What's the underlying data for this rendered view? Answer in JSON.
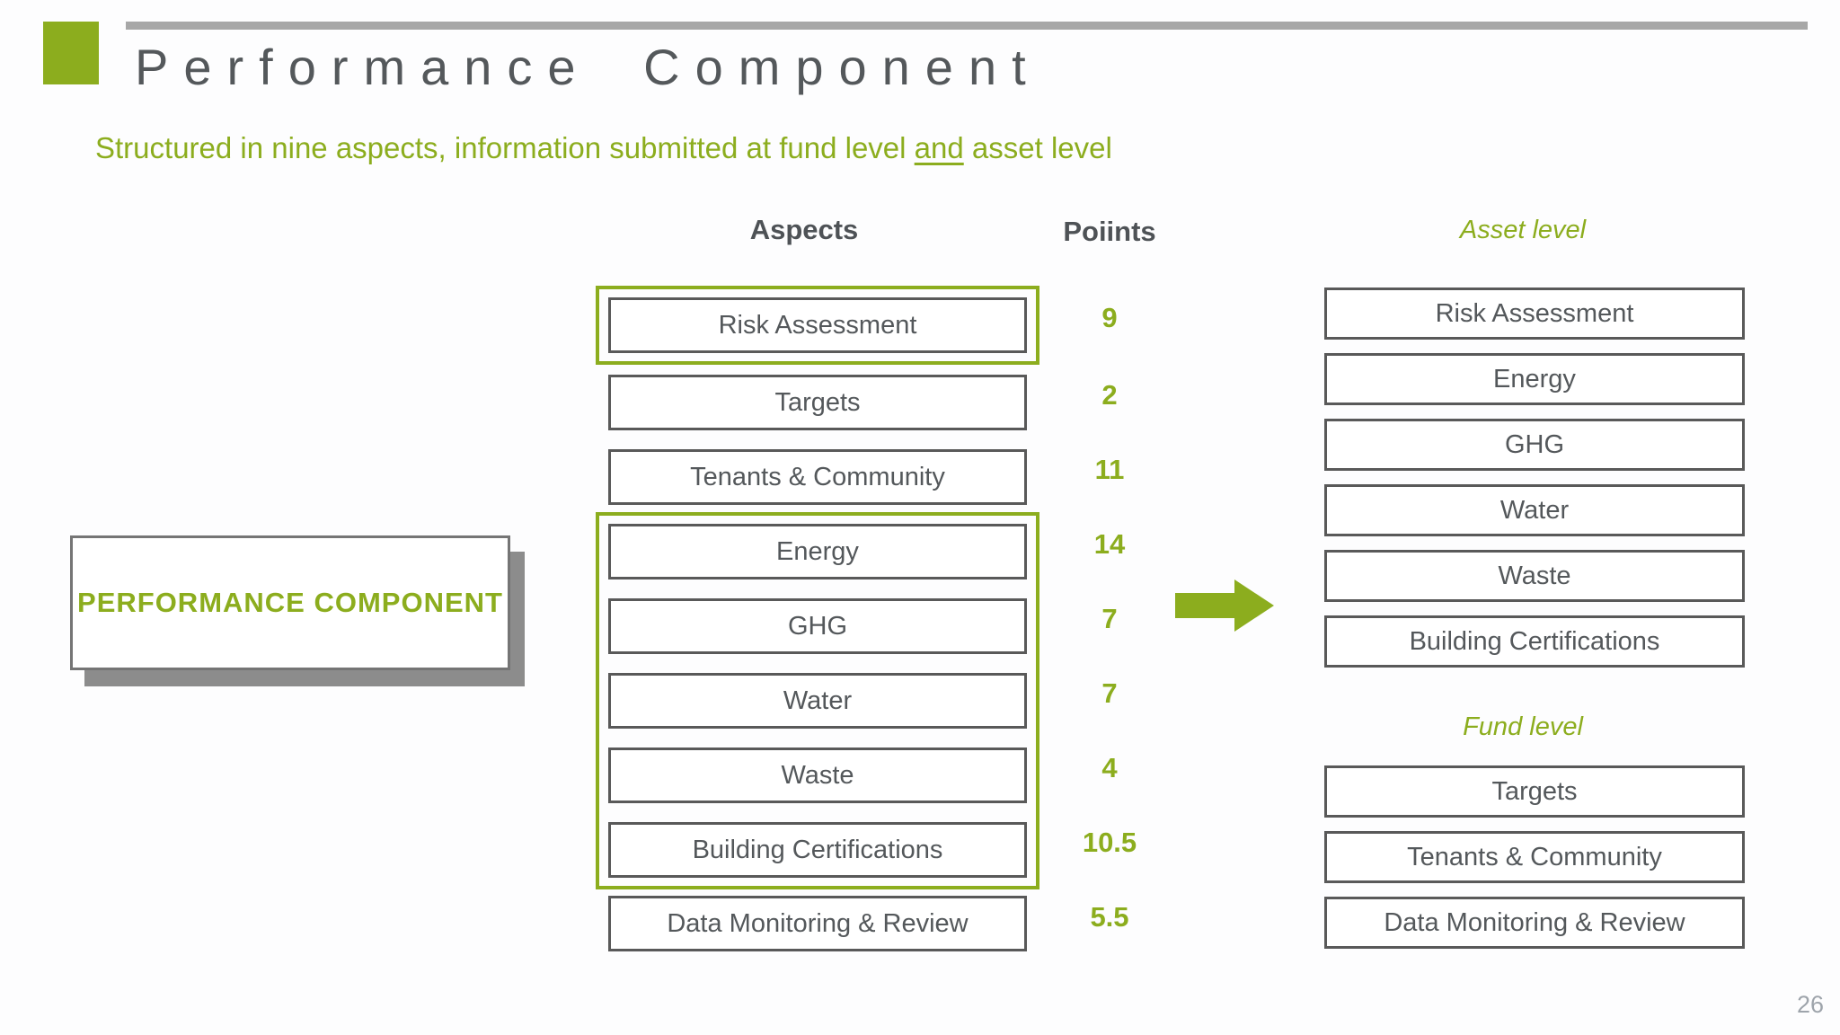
{
  "slide": {
    "title": "Performance Component",
    "subtitle_before": "Structured in nine aspects, information submitted at fund level ",
    "subtitle_underlined": "and",
    "subtitle_after": " asset level",
    "page_number": "26"
  },
  "columns": {
    "aspects_header": "Aspects",
    "points_header": "Poiints",
    "asset_level_header": "Asset level",
    "fund_level_header": "Fund level"
  },
  "performance_box_label": "PERFORMANCE COMPONENT",
  "aspects": [
    {
      "label": "Risk Assessment",
      "points": "9"
    },
    {
      "label": "Targets",
      "points": "2"
    },
    {
      "label": "Tenants & Community",
      "points": "11"
    },
    {
      "label": "Energy",
      "points": "14"
    },
    {
      "label": "GHG",
      "points": "7"
    },
    {
      "label": "Water",
      "points": "7"
    },
    {
      "label": "Waste",
      "points": "4"
    },
    {
      "label": "Building Certifications",
      "points": "10.5"
    },
    {
      "label": "Data Monitoring & Review",
      "points": "5.5"
    }
  ],
  "asset_level_items": [
    {
      "label": "Risk Assessment"
    },
    {
      "label": "Energy"
    },
    {
      "label": "GHG"
    },
    {
      "label": "Water"
    },
    {
      "label": "Waste"
    },
    {
      "label": "Building Certifications"
    }
  ],
  "fund_level_items": [
    {
      "label": "Targets"
    },
    {
      "label": "Tenants & Community"
    },
    {
      "label": "Data Monitoring & Review"
    }
  ],
  "colors": {
    "accent_green": "#8CAD1E",
    "border_gray": "#595959",
    "rule_gray": "#A7A7A7",
    "shadow_gray": "#8C8C8C"
  }
}
